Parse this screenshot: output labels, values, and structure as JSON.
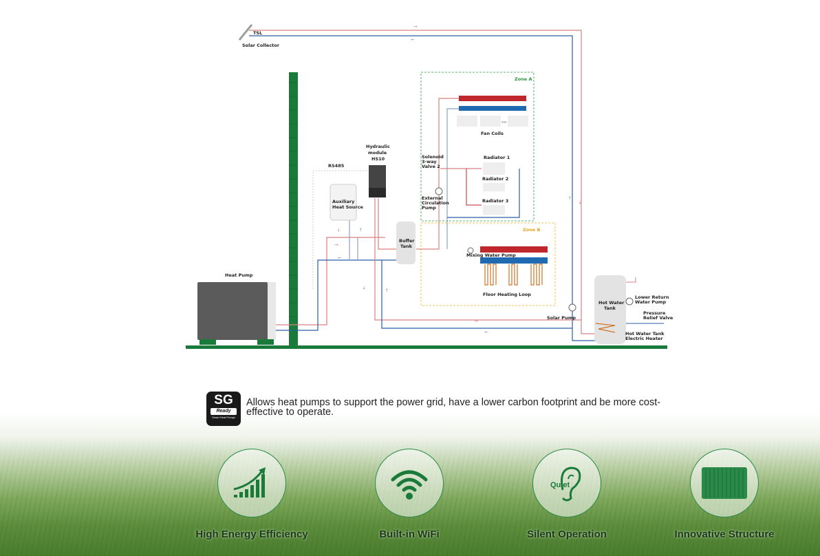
{
  "diagram": {
    "tsl": "TSL",
    "solar_collector": "Solar Collector",
    "zone_a": "Zone A",
    "zone_b": "Zone B",
    "fan_coils": "Fan Coils",
    "fan_coils_more": "...",
    "solenoid_valve": [
      "Solenoid",
      "3-way",
      "Valve 2"
    ],
    "external_pump": [
      "External",
      "Circulation",
      "Pump"
    ],
    "radiators": [
      "Radiator 1",
      "Radiator 2",
      "Radiator 3"
    ],
    "rs485": "RS485",
    "hydraulic_module": [
      "Hydraulic",
      "module",
      "HS10"
    ],
    "aux_heat_source": [
      "Auxiliary",
      "Heat Source"
    ],
    "buffer_tank": [
      "Buffer",
      "Tank"
    ],
    "mixing_pump": "Mixing Water Pump",
    "floor_loop": "Floor Heating Loop",
    "heat_pump": "Heat Pump",
    "solar_pump": "Solar Pump",
    "hot_water_tank": [
      "Hot Water",
      "Tank"
    ],
    "lower_return_pump": [
      "Lower Return",
      "Water Pump"
    ],
    "pressure_valve": [
      "Pressure",
      "Relief Valve"
    ],
    "electric_heater": [
      "Hot Water Tank",
      "Electric Heater"
    ]
  },
  "sg_ready": {
    "logo_text": [
      "SG",
      "Ready",
      "Smart Heat Pumps"
    ],
    "description": "Allows heat pumps to support the power grid, have a lower carbon footprint and be more cost-effective to operate."
  },
  "features": [
    {
      "label": "High Energy Efficiency",
      "icon": "efficiency-bars-icon"
    },
    {
      "label": "Built-in WiFi",
      "icon": "wifi-icon"
    },
    {
      "label": "Silent Operation",
      "icon": "quiet-ear-icon",
      "icon_text": "Quiet"
    },
    {
      "label": "Innovative Structure",
      "icon": "heat-pump-unit-icon"
    }
  ],
  "colors": {
    "hot": "#c0272d",
    "cold": "#1f5fa8",
    "green": "#1a7a3a",
    "zone_a": "#2a9a40",
    "zone_b": "#f0b020"
  }
}
